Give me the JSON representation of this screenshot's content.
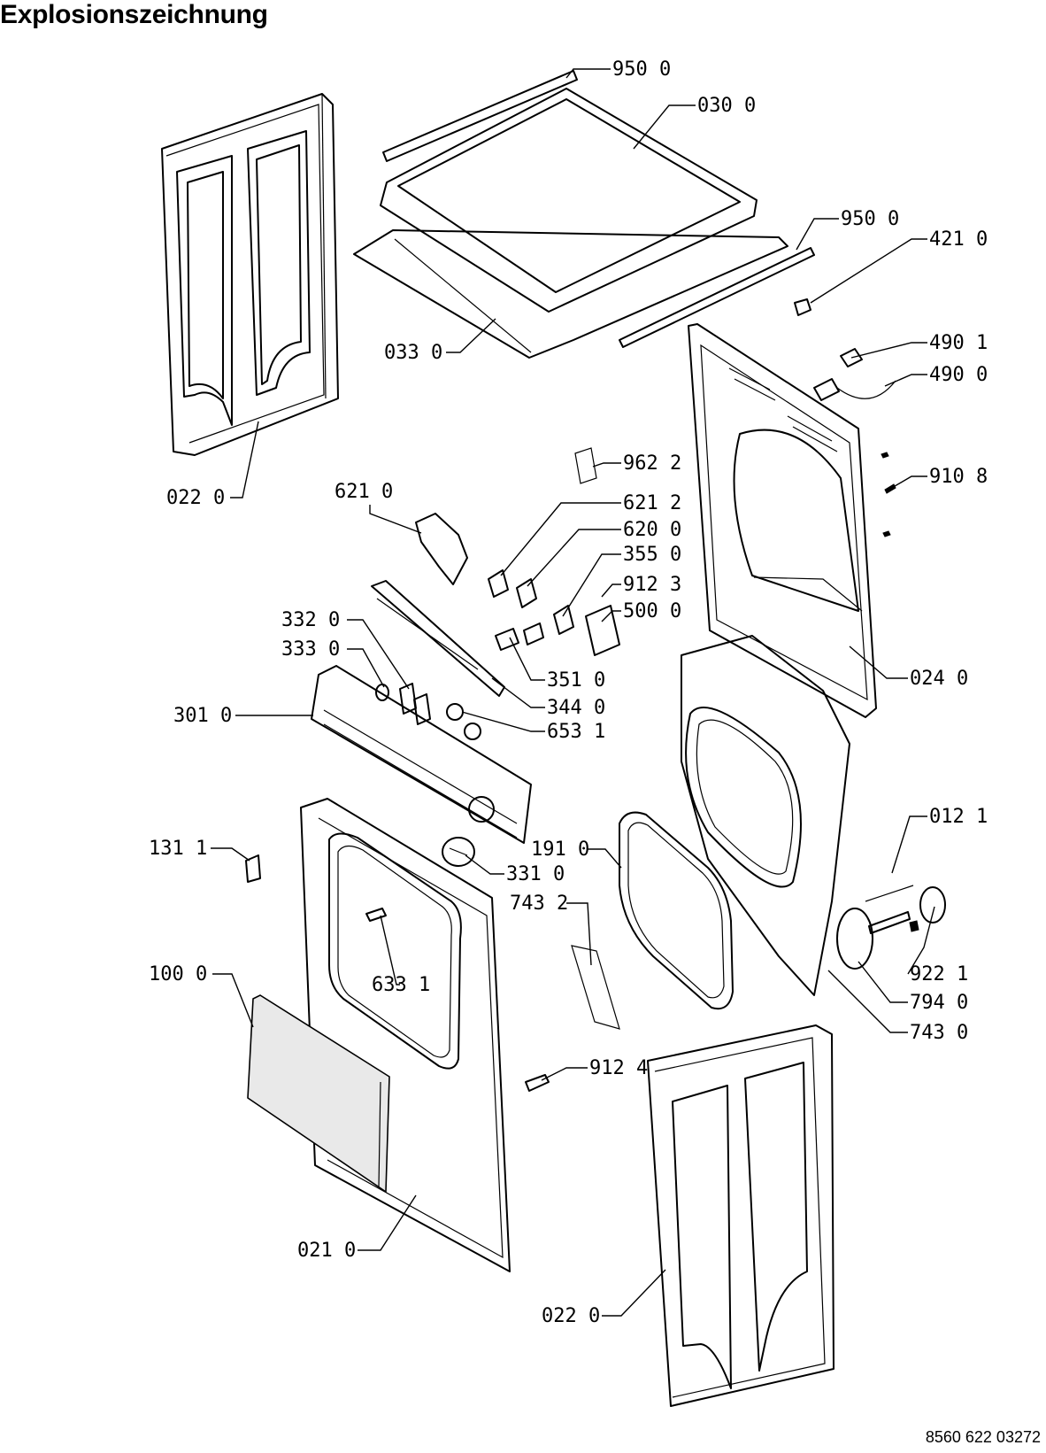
{
  "title": "Explosionszeichnung",
  "document_number": "8560 622 03272",
  "callouts": [
    {
      "id": "c-950-top",
      "text": "950 0"
    },
    {
      "id": "c-030",
      "text": "030 0"
    },
    {
      "id": "c-950-mid",
      "text": "950 0"
    },
    {
      "id": "c-421",
      "text": "421 0"
    },
    {
      "id": "c-490-1",
      "text": "490 1"
    },
    {
      "id": "c-490-0",
      "text": "490 0"
    },
    {
      "id": "c-033",
      "text": "033 0"
    },
    {
      "id": "c-022-left",
      "text": "022 0"
    },
    {
      "id": "c-962",
      "text": "962 2"
    },
    {
      "id": "c-910",
      "text": "910 8"
    },
    {
      "id": "c-621-0",
      "text": "621 0"
    },
    {
      "id": "c-621-2",
      "text": "621 2"
    },
    {
      "id": "c-620",
      "text": "620 0"
    },
    {
      "id": "c-355",
      "text": "355 0"
    },
    {
      "id": "c-912-3",
      "text": "912 3"
    },
    {
      "id": "c-500",
      "text": "500 0"
    },
    {
      "id": "c-332",
      "text": "332 0"
    },
    {
      "id": "c-333",
      "text": "333 0"
    },
    {
      "id": "c-351",
      "text": "351 0"
    },
    {
      "id": "c-024",
      "text": "024 0"
    },
    {
      "id": "c-344",
      "text": "344 0"
    },
    {
      "id": "c-301",
      "text": "301 0"
    },
    {
      "id": "c-653",
      "text": "653 1"
    },
    {
      "id": "c-012",
      "text": "012 1"
    },
    {
      "id": "c-131",
      "text": "131 1"
    },
    {
      "id": "c-191",
      "text": "191 0"
    },
    {
      "id": "c-331",
      "text": "331 0"
    },
    {
      "id": "c-743-2",
      "text": "743 2"
    },
    {
      "id": "c-633",
      "text": "633 1"
    },
    {
      "id": "c-922",
      "text": "922 1"
    },
    {
      "id": "c-100",
      "text": "100 0"
    },
    {
      "id": "c-794",
      "text": "794 0"
    },
    {
      "id": "c-743-0",
      "text": "743 0"
    },
    {
      "id": "c-912-4",
      "text": "912 4"
    },
    {
      "id": "c-021",
      "text": "021 0"
    },
    {
      "id": "c-022-right",
      "text": "022 0"
    }
  ]
}
